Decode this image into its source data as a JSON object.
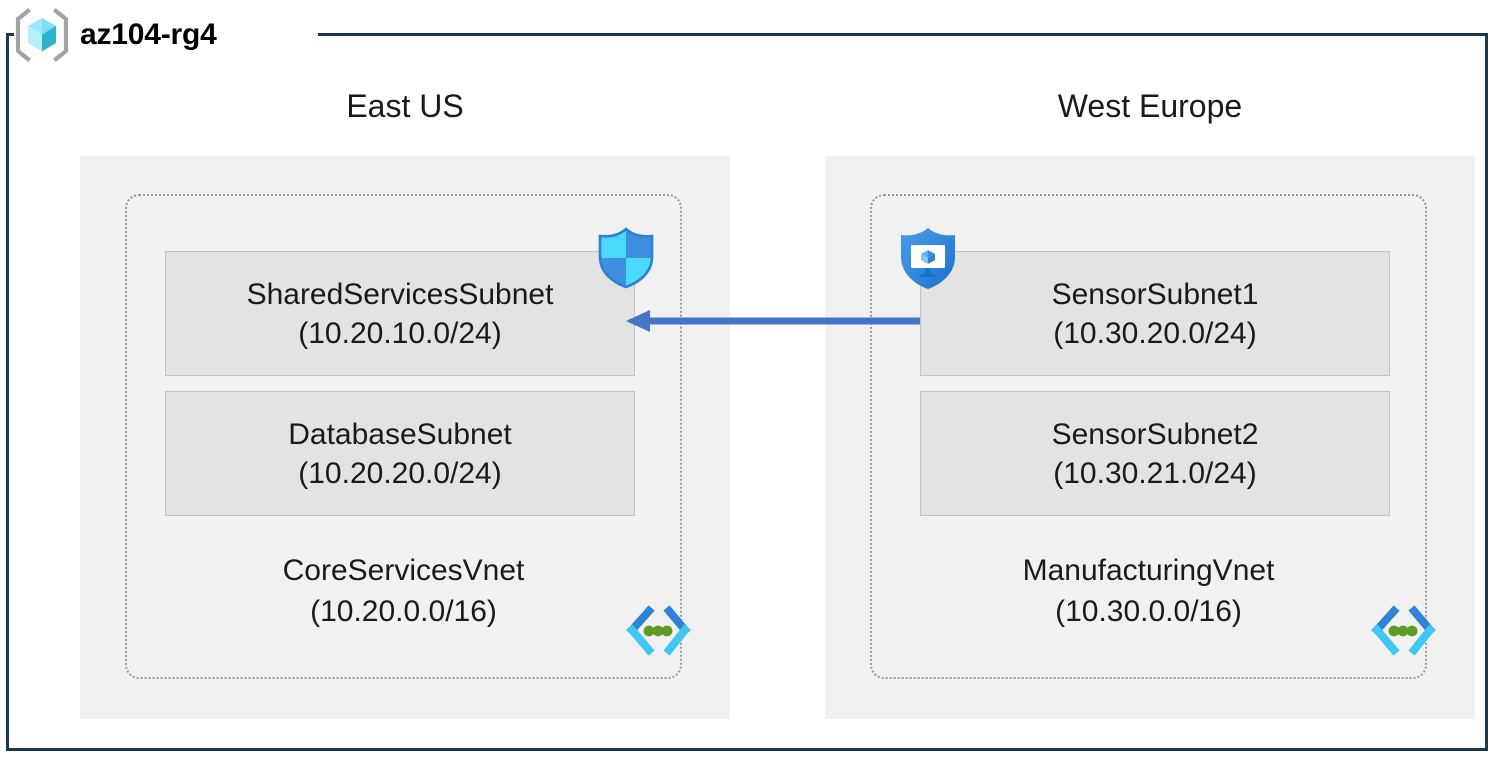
{
  "resource_group": {
    "name": "az104-rg4",
    "icon": "resource-group-cube-icon"
  },
  "colors": {
    "frame_border": "#1d3557",
    "region_fill": "#f1f1f1",
    "vnet_border": "#9a9a9a",
    "subnet_fill": "#e3e3e3",
    "subnet_border": "#c4c4c4",
    "arrow": "#4674c8",
    "nsg_shield_light": "#50d7fa",
    "nsg_shield_dark": "#3d8fe0",
    "vnet_icon_chevron": "#32bdf0",
    "vnet_icon_dot": "#5e9b28",
    "cube_light": "#8fe7fb",
    "cube_dark": "#34b3cd",
    "bracket": "#a3a3a3"
  },
  "regions": [
    {
      "id": "east-us",
      "label": "East US",
      "vnet": {
        "name": "CoreServicesVnet",
        "cidr": "(10.20.0.0/16)",
        "icon": "vnet-icon",
        "subnets": [
          {
            "id": "shared-services-subnet",
            "name": "SharedServicesSubnet",
            "cidr": "(10.20.10.0/24)",
            "icon": "nsg-shield-icon"
          },
          {
            "id": "database-subnet",
            "name": "DatabaseSubnet",
            "cidr": "(10.20.20.0/24)",
            "icon": null
          }
        ]
      }
    },
    {
      "id": "west-europe",
      "label": "West Europe",
      "vnet": {
        "name": "ManufacturingVnet",
        "cidr": "(10.30.0.0/16)",
        "icon": "vnet-icon",
        "subnets": [
          {
            "id": "sensor-subnet-1",
            "name": "SensorSubnet1",
            "cidr": "(10.30.20.0/24)",
            "icon": "endpoint-protection-shield-icon"
          },
          {
            "id": "sensor-subnet-2",
            "name": "SensorSubnet2",
            "cidr": "(10.30.21.0/24)",
            "icon": null
          }
        ]
      }
    }
  ],
  "connection": {
    "id": "vnet-peering-arrow",
    "direction": "right-to-left",
    "from": "SensorSubnet1",
    "to": "SharedServicesSubnet",
    "label": ""
  }
}
